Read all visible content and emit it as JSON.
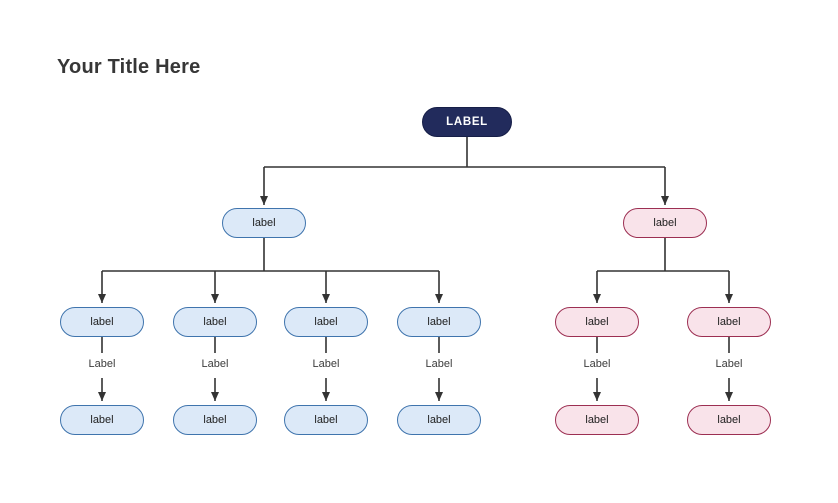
{
  "title": "Your Title Here",
  "colors": {
    "title_text": "#373737",
    "connector": "#333333",
    "node_text": "#1e1e1e",
    "edge_text": "#3c3c3c",
    "root_fill": "#222b5c",
    "root_border": "#161e47",
    "root_text": "#ffffff",
    "blue_fill": "#dce9f8",
    "blue_border": "#3f74ad",
    "pink_fill": "#f9e3ea",
    "pink_border": "#9c2f52"
  },
  "tree": {
    "root_label": "LABEL",
    "branches": [
      {
        "name": "left-blue",
        "label": "label",
        "children": [
          {
            "label": "label",
            "edge_label": "Label",
            "child_label": "label"
          },
          {
            "label": "label",
            "edge_label": "Label",
            "child_label": "label"
          },
          {
            "label": "label",
            "edge_label": "Label",
            "child_label": "label"
          },
          {
            "label": "label",
            "edge_label": "Label",
            "child_label": "label"
          }
        ]
      },
      {
        "name": "right-pink",
        "label": "label",
        "children": [
          {
            "label": "label",
            "edge_label": "Label",
            "child_label": "label"
          },
          {
            "label": "label",
            "edge_label": "Label",
            "child_label": "label"
          }
        ]
      }
    ]
  }
}
